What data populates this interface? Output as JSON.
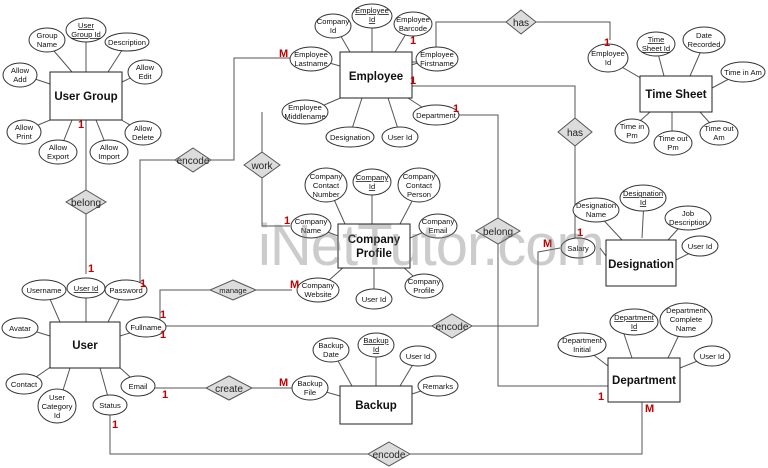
{
  "watermark": "iNetTutor.com",
  "entities": {
    "user_group": "User Group",
    "employee": "Employee",
    "time_sheet": "Time Sheet",
    "company_profile": [
      "Company",
      "Profile"
    ],
    "designation": "Designation",
    "user": "User",
    "backup": "Backup",
    "department": "Department"
  },
  "relationships": {
    "has_timesheet": "has",
    "has_designation": "has",
    "encode_group": "encode",
    "work": "work",
    "belong_group": "belong",
    "belong_department": "belong",
    "manage": "manage",
    "encode_designation": "encode",
    "create": "create",
    "encode_department": "encode"
  },
  "attributes": {
    "user_group": {
      "group_name": [
        "Group",
        "Name"
      ],
      "user_group_id": [
        "User",
        "Group Id"
      ],
      "description": [
        "Description"
      ],
      "allow_add": [
        "Allow",
        "Add"
      ],
      "allow_edit": [
        "Allow",
        "Edit"
      ],
      "allow_print": [
        "Allow",
        "Print"
      ],
      "allow_export": [
        "Allow",
        "Export"
      ],
      "allow_import": [
        "Allow",
        "Import"
      ],
      "allow_delete": [
        "Allow",
        "Delete"
      ]
    },
    "employee": {
      "company_id": [
        "Company",
        "Id"
      ],
      "employee_id": [
        "Employee",
        "Id"
      ],
      "employee_barcode": [
        "Employee",
        "Barcode"
      ],
      "employee_lastname": [
        "Employee",
        "Lastname"
      ],
      "employee_firstname": [
        "Employee",
        "Firstname"
      ],
      "employee_middlename": [
        "Employee",
        "Middlename"
      ],
      "designation": [
        "Designation"
      ],
      "user_id": [
        "User Id"
      ],
      "department": [
        "Department"
      ]
    },
    "time_sheet": {
      "employee_id": [
        "Employee",
        "Id"
      ],
      "time_sheet_id": [
        "Time",
        "Sheet Id"
      ],
      "date_recorded": [
        "Date",
        "Recorded"
      ],
      "time_in_am": [
        "Time in Am"
      ],
      "time_in_pm": [
        "Time in",
        "Pm"
      ],
      "time_out_pm": [
        "Time out",
        "Pm"
      ],
      "time_out_am": [
        "Time out",
        "Am"
      ]
    },
    "company_profile": {
      "company_contact_number": [
        "Company",
        "Contact",
        "Number"
      ],
      "company_id": [
        "Company",
        "Id"
      ],
      "company_contact_person": [
        "Company",
        "Contact",
        "Person"
      ],
      "company_name": [
        "Company",
        "Name"
      ],
      "company_email": [
        "Company",
        "Email"
      ],
      "company_website": [
        "Company",
        "Website"
      ],
      "user_id": [
        "User Id"
      ],
      "company_profile": [
        "Company",
        "Profile"
      ]
    },
    "designation": {
      "designation_name": [
        "Designation",
        "Name"
      ],
      "designation_id": [
        "Designation",
        "Id"
      ],
      "job_description": [
        "Job",
        "Description"
      ],
      "salary": [
        "Salary"
      ],
      "user_id": [
        "User Id"
      ]
    },
    "user": {
      "username": [
        "Username"
      ],
      "user_id": [
        "User Id"
      ],
      "password": [
        "Password"
      ],
      "avatar": [
        "Avatar"
      ],
      "fullname": [
        "Fullname"
      ],
      "contact": [
        "Contact"
      ],
      "user_category_id": [
        "User",
        "Category",
        "Id"
      ],
      "status": [
        "Status"
      ],
      "email": [
        "Email"
      ]
    },
    "backup": {
      "backup_date": [
        "Backup",
        "Date"
      ],
      "backup_id": [
        "Backup",
        "Id"
      ],
      "user_id": [
        "User Id"
      ],
      "backup_file": [
        "Backup",
        "File"
      ],
      "remarks": [
        "Remarks"
      ]
    },
    "department": {
      "department_id": [
        "Department",
        "Id"
      ],
      "department_complete_name": [
        "Department",
        "Complete",
        "Name"
      ],
      "department_initial": [
        "Department",
        "Initial"
      ],
      "user_id": [
        "User Id"
      ]
    }
  },
  "cardinality": {
    "one": "1",
    "many": "M"
  }
}
